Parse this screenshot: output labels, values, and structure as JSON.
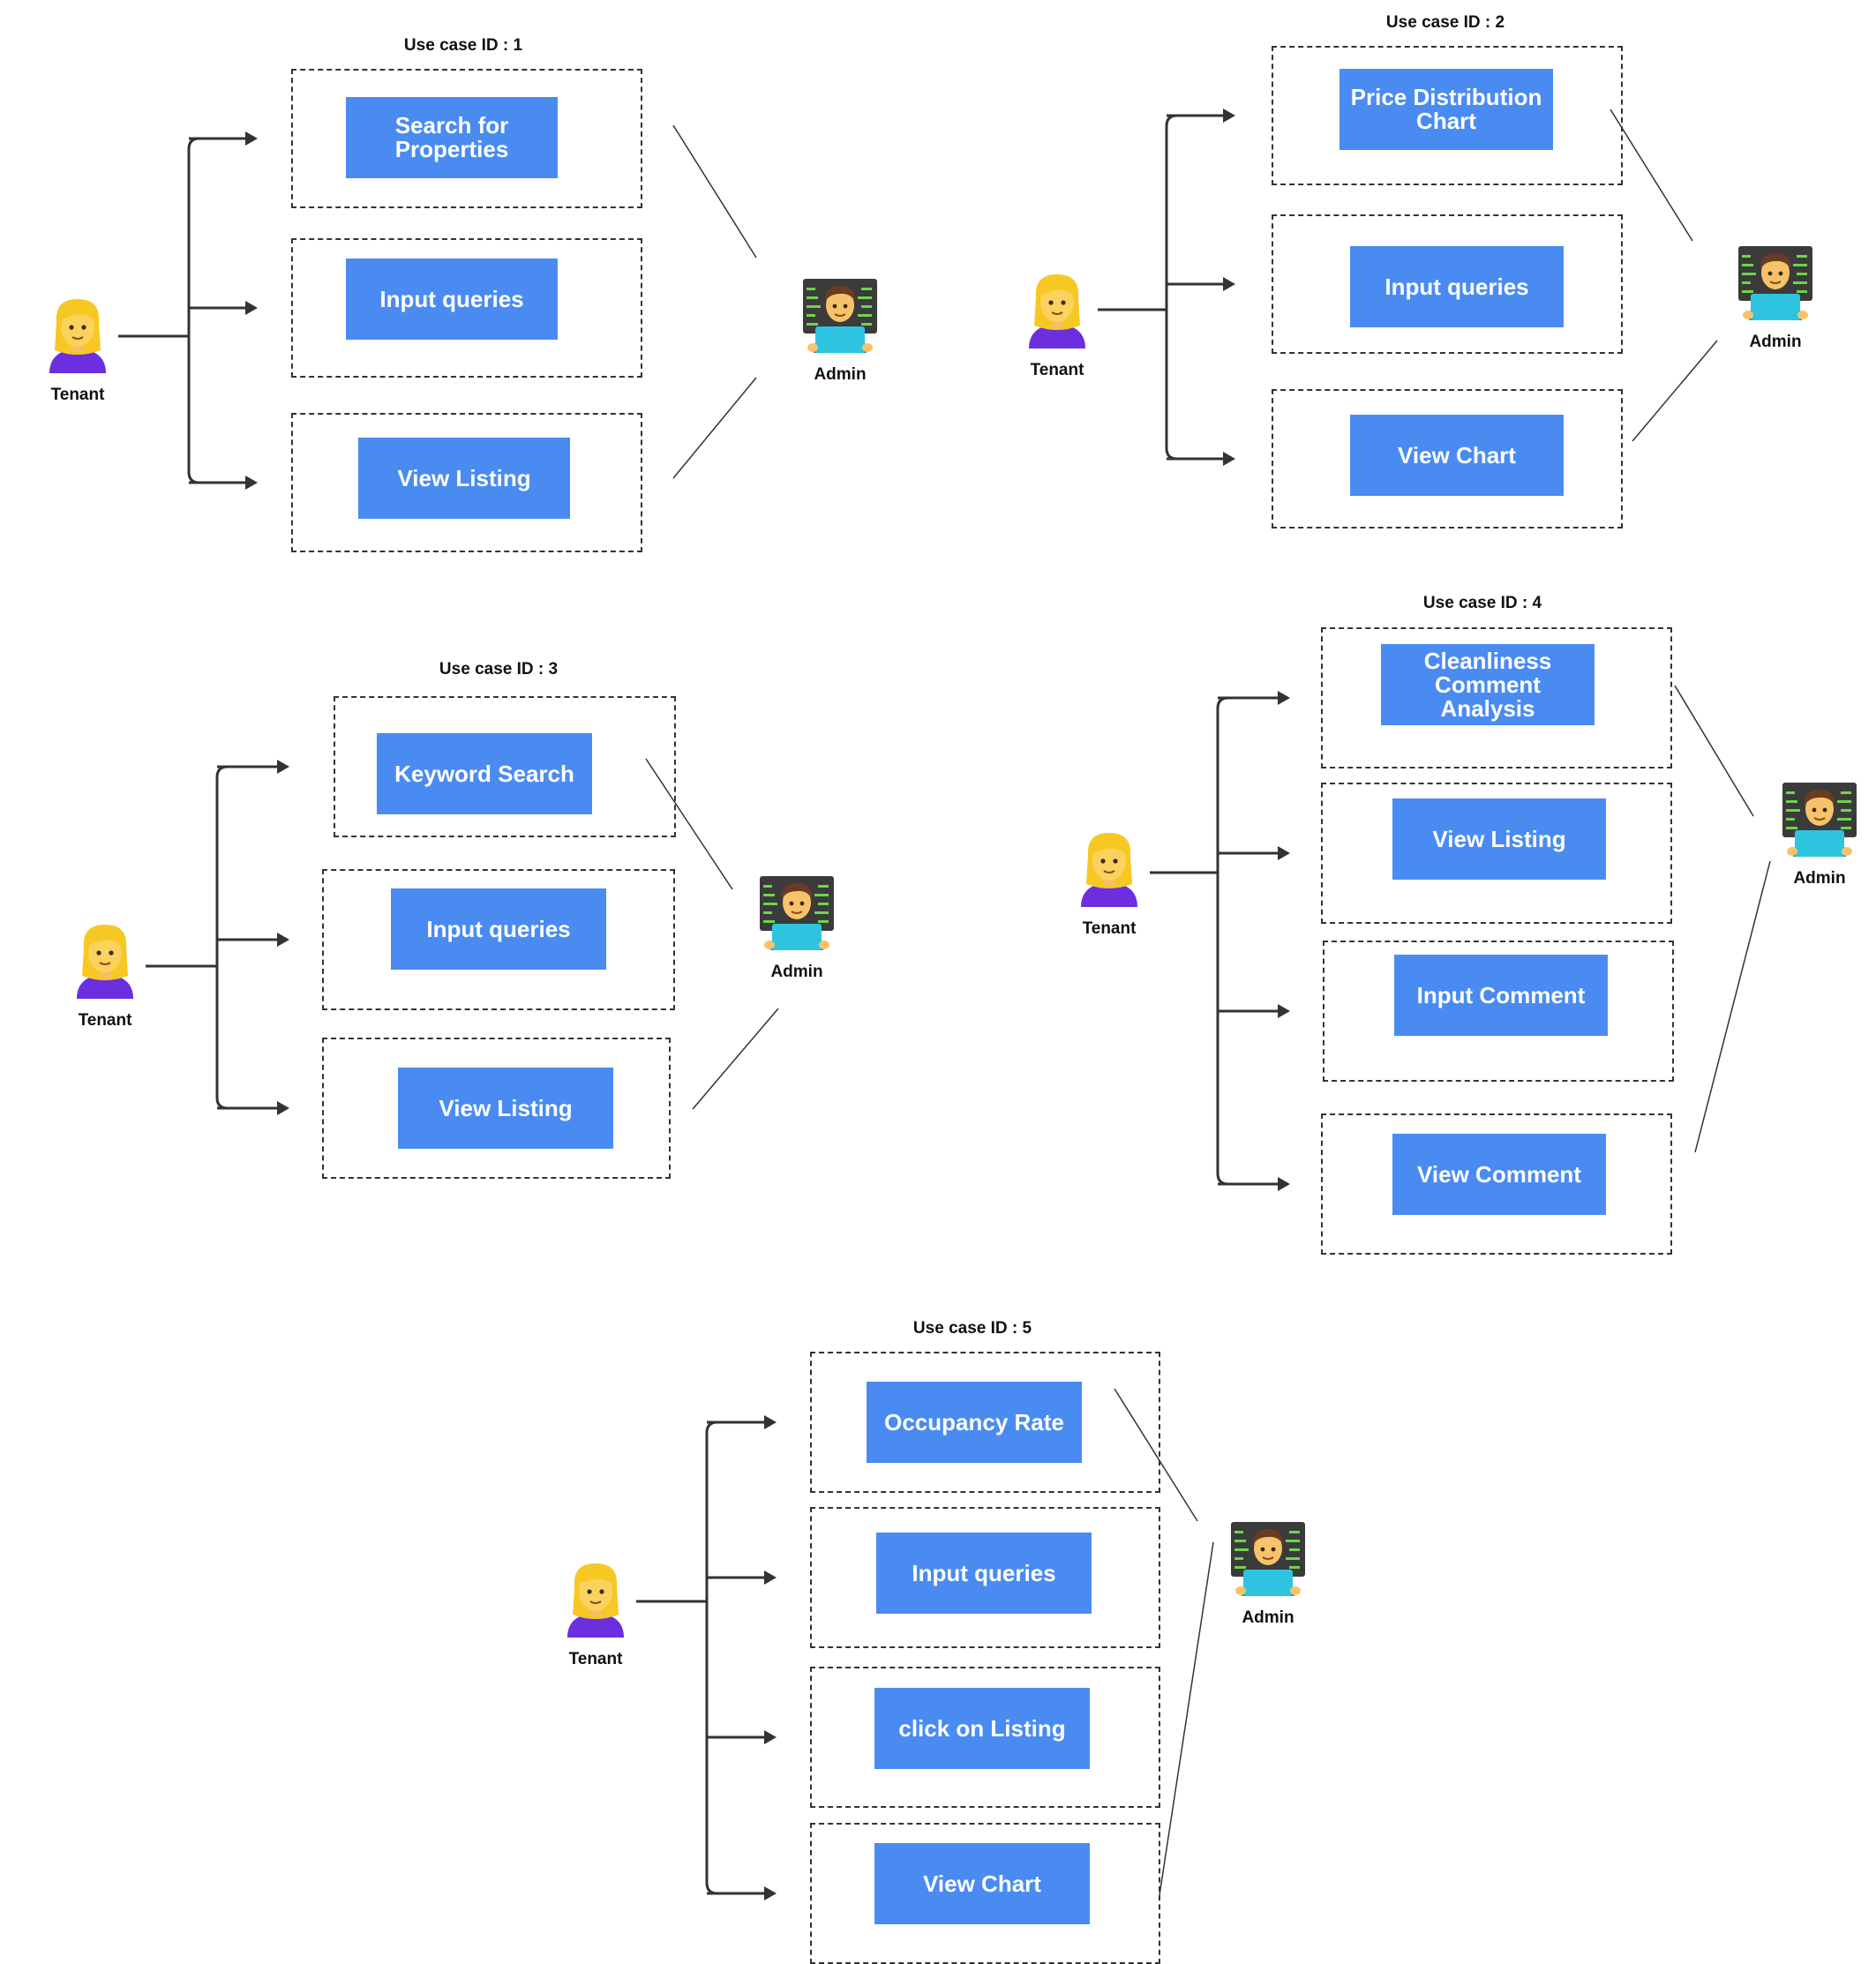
{
  "use_cases": [
    {
      "title": "Use case ID : 1",
      "actor_left": "Tenant",
      "actor_right": "Admin",
      "items": [
        {
          "label": "Search for Properties"
        },
        {
          "label": "Input queries"
        },
        {
          "label": "View  Listing"
        }
      ]
    },
    {
      "title": "Use case ID : 2",
      "actor_left": "Tenant",
      "actor_right": "Admin",
      "items": [
        {
          "label": "Price Distribution Chart"
        },
        {
          "label": "Input queries"
        },
        {
          "label": "View Chart"
        }
      ]
    },
    {
      "title": "Use case ID : 3",
      "actor_left": "Tenant",
      "actor_right": "Admin",
      "items": [
        {
          "label": "Keyword Search"
        },
        {
          "label": "Input queries"
        },
        {
          "label": "View  Listing"
        }
      ]
    },
    {
      "title": "Use case ID : 4",
      "actor_left": "Tenant",
      "actor_right": "Admin",
      "items": [
        {
          "label": "Cleanliness Comment Analysis"
        },
        {
          "label": "View Listing"
        },
        {
          "label": "Input Comment"
        },
        {
          "label": "View Comment"
        }
      ]
    },
    {
      "title": "Use case ID : 5",
      "actor_left": "Tenant",
      "actor_right": "Admin",
      "items": [
        {
          "label": "Occupancy Rate"
        },
        {
          "label": "Input  queries"
        },
        {
          "label": "click on Listing"
        },
        {
          "label": "View Chart"
        }
      ]
    }
  ],
  "colors": {
    "use_case_fill": "#4a8bf2",
    "use_case_text": "#ffffff",
    "connector": "#333333",
    "tenant_hair": "#f7c823",
    "tenant_shirt": "#6b2fe0",
    "admin_laptop": "#2ec4e0",
    "admin_screen_code": "#6bd64a"
  },
  "icons": {
    "left_actor": "woman-blond-hair-icon",
    "right_actor": "man-technologist-icon"
  }
}
